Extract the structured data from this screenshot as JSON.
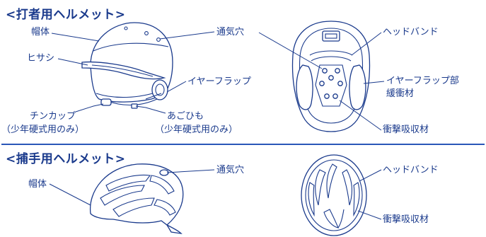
{
  "batter_section": {
    "title": "<打者用ヘルメット>",
    "labels": {
      "shell": "帽体",
      "visor": "ヒサシ",
      "vent_hole": "通気穴",
      "ear_flap": "イヤーフラップ",
      "chin_cup_line1": "チンカップ",
      "chin_cup_line2": "（少年硬式用のみ）",
      "chin_strap_line1": "あごひも",
      "chin_strap_line2": "（少年硬式用のみ）",
      "headband": "ヘッドバンド",
      "ear_flap_cushion_line1": "イヤーフラップ部",
      "ear_flap_cushion_line2": "緩衝材",
      "impact_absorber": "衝撃吸収材"
    }
  },
  "catcher_section": {
    "title": "<捕手用ヘルメット>",
    "labels": {
      "shell": "帽体",
      "vent_hole": "通気穴",
      "headband": "ヘッドバンド",
      "impact_absorber": "衝撃吸収材"
    }
  }
}
